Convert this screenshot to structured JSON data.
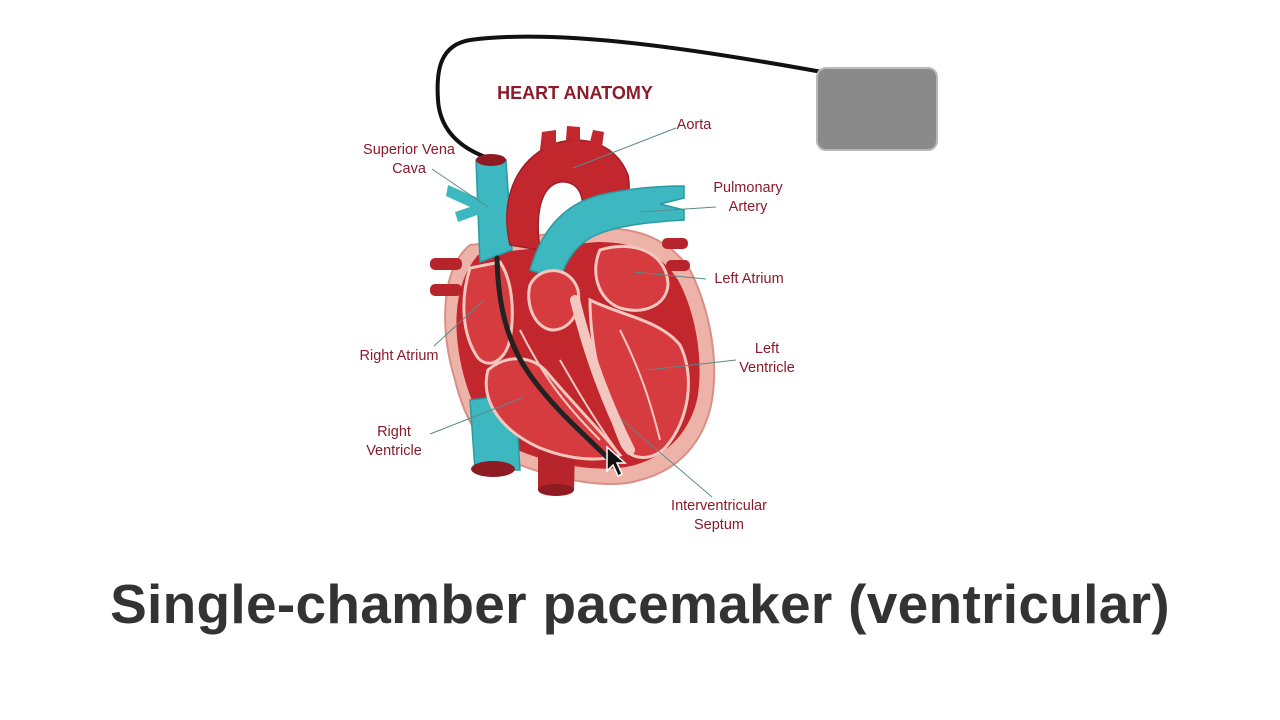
{
  "diagram": {
    "heading": "HEART ANATOMY",
    "labels": {
      "superior_vena_cava": "Superior Vena\nCava",
      "aorta": "Aorta",
      "pulmonary_artery": "Pulmonary\nArtery",
      "left_atrium": "Left Atrium",
      "right_atrium": "Right Atrium",
      "left_ventricle": "Left\nVentricle",
      "right_ventricle": "Right\nVentricle",
      "interventricular_septum": "Interventricular\nSeptum"
    }
  },
  "caption": "Single-chamber pacemaker (ventricular)",
  "colors": {
    "label_text": "#8b1a2b",
    "heart_red": "#c1272d",
    "heart_dark": "#8e1b22",
    "vessel_teal": "#3db8c0",
    "pericardium_pink": "#eeb3a8",
    "pacemaker_gray": "#8a8a8a",
    "lead_black": "#222222",
    "caption_text": "#333333"
  }
}
